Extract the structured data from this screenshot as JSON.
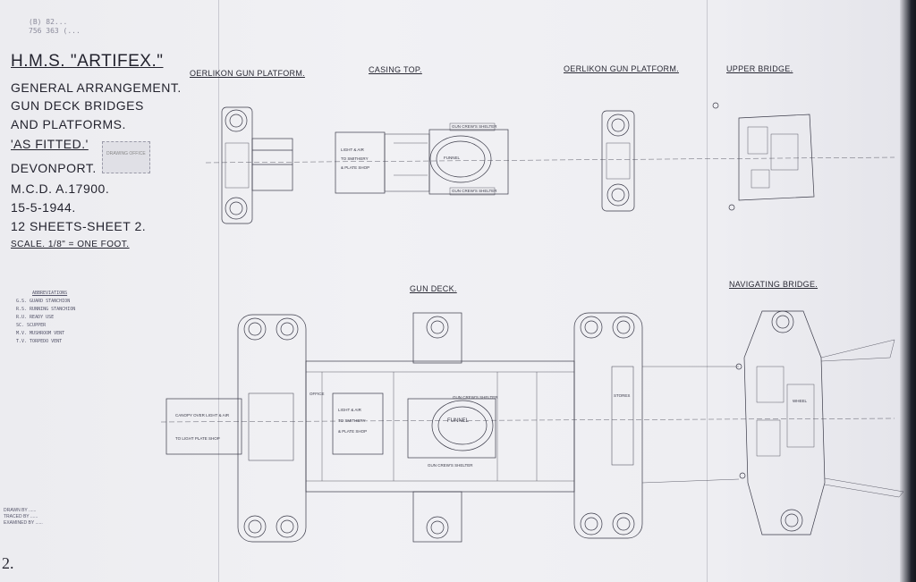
{
  "title_block": {
    "ship": "H.M.S. \"ARTIFEX.\"",
    "line1": "GENERAL ARRANGEMENT.",
    "line2": "GUN DECK BRIDGES",
    "line3": "AND PLATFORMS.",
    "line4": "'AS FITTED.'",
    "yard": "DEVONPORT.",
    "drawing_no": "M.C.D. A.17900.",
    "date": "15-5-1944.",
    "sheets": "12 SHEETS-SHEET 2.",
    "scale": "SCALE. 1/8\" = ONE FOOT."
  },
  "abbreviations": {
    "heading": "ABBREVIATIONS",
    "items": [
      "G.S. GUARD STANCHION",
      "R.S. RUNNING STANCHION",
      "R.U. READY USE",
      "SC. SCUPPER",
      "M.V. MUSHROOM VENT",
      "T.V. TORPEDO VENT"
    ]
  },
  "plan_labels": {
    "oerlikon_left": "OERLIKON GUN PLATFORM.",
    "casing_top": "CASING TOP.",
    "oerlikon_right": "OERLIKON GUN PLATFORM.",
    "upper_bridge": "UPPER BRIDGE.",
    "gun_deck": "GUN DECK.",
    "navigating_bridge": "NAVIGATING BRIDGE."
  },
  "room_labels": {
    "funnel": "FUNNEL",
    "light_air": "LIGHT & AIR",
    "to_smithery": "TO SMITHERY",
    "plate_shop": "& PLATE SHOP",
    "gun_crew_shelter": "GUN CREW'S SHELTER",
    "canopy": "CANOPY OVER LIGHT & AIR",
    "to_light_plate": "TO LIGHT PLATE SHOP",
    "office": "OFFICE",
    "wheel": "WHEEL",
    "stores": "STORES"
  },
  "sheet_number": "2.",
  "footer": {
    "line1": "DRAWN BY ......",
    "line2": "TRACED BY ......",
    "line3": "EXAMINED BY ......"
  },
  "pencil_notes": {
    "n1": "(B) 82...",
    "n2": "756 363 (..."
  },
  "stamp_text": "DRAWING OFFICE",
  "colors": {
    "paper": "#efeff3",
    "ink": "#3a3a48"
  }
}
